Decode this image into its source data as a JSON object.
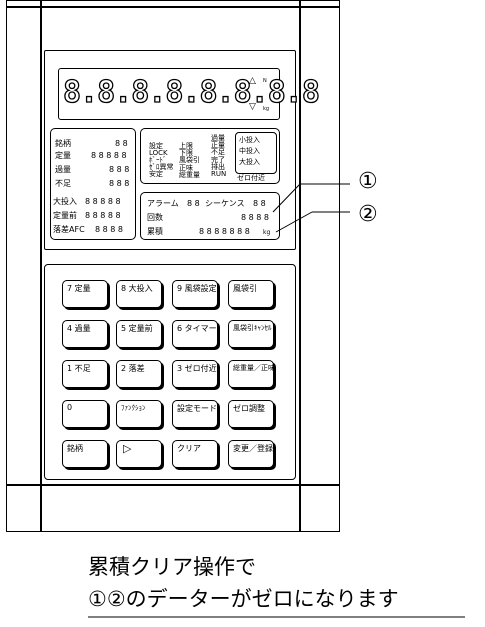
{
  "display": {
    "digits": "8.8.8.8.8.8.8.8",
    "indicators": [
      "△",
      "▽"
    ],
    "indicator_small": [
      "N",
      "kg"
    ]
  },
  "left_panel": {
    "rows": [
      {
        "label": "銘柄",
        "value": "8 8"
      },
      {
        "label": "定量",
        "value": "8 8 8 8 8"
      },
      {
        "label": "過量",
        "value": "8 8 8"
      },
      {
        "label": "不足",
        "value": "8 8 8"
      },
      {
        "label": "大投入",
        "value": "8 8 8 8 8"
      },
      {
        "label": "定量前",
        "value": "8 8 8 8 8"
      },
      {
        "label": "落差AFC",
        "value": "8 8 8 8"
      }
    ]
  },
  "status_panel": {
    "col1": [
      "設定",
      "LOCK",
      "ﾎﾞｰﾄﾞ",
      "ｾﾞﾛ異常",
      "安定"
    ],
    "col2": [
      "上限",
      "下限",
      "風袋引",
      "正味",
      "総重量"
    ],
    "col3": [
      "過量",
      "正量",
      "不足",
      "完了",
      "排出",
      "RUN"
    ],
    "col4": [
      "小投入",
      "中投入",
      "大投入"
    ],
    "bottom": "ゼロ付近"
  },
  "counter_panel": {
    "alarm_label": "アラーム",
    "alarm_value": "8 8",
    "sequence_label": "シーケンス",
    "sequence_value": "8 8",
    "count_label": "回数",
    "count_value": "8 8 8 8",
    "total_label": "累積",
    "total_value": "8 8 8 8 8 8 8",
    "total_unit": "kg"
  },
  "keys": [
    [
      "7 定量",
      "8 大投入",
      "9 風袋設定",
      "風袋引"
    ],
    [
      "4 過量",
      "5 定量前",
      "6 タイマー",
      "風袋引ｷｬﾝｾﾙ"
    ],
    [
      "1 不足",
      "2 落差",
      "3 ゼロ付近",
      "総重量／正味"
    ],
    [
      "0",
      "ﾌｧﾝｸｼｮﾝ",
      "設定モード",
      "ゼロ調整"
    ],
    [
      "銘柄",
      "▷",
      "クリア",
      "変更／登録"
    ]
  ],
  "callouts": [
    "①",
    "②"
  ],
  "caption": {
    "line1": "累積クリア操作で",
    "line2": "①②のデーターがゼロになります"
  }
}
